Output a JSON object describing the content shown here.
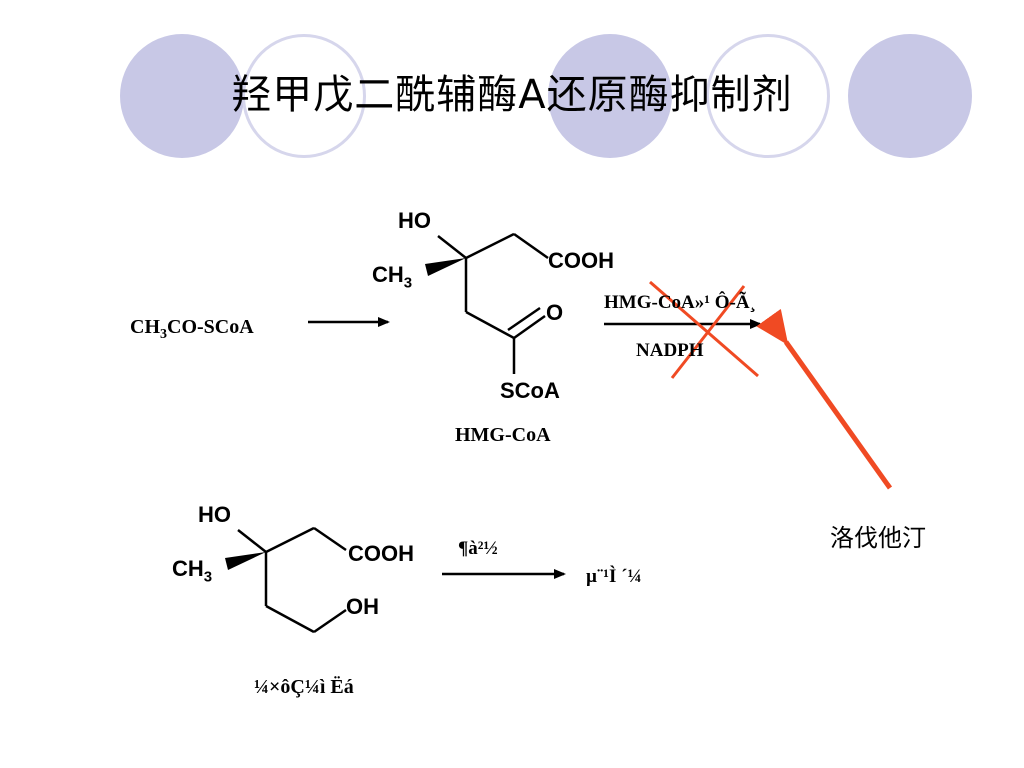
{
  "slide": {
    "title": "羟甲戊二酰辅酶A还原酶抑制剂"
  },
  "reaction1": {
    "substrate": "CH3CO-SCoA",
    "substrate_main": "CH",
    "substrate_sub": "3",
    "substrate_rest": "CO-SCoA",
    "hmg_ho": "HO",
    "hmg_ch3_main": "CH",
    "hmg_ch3_sub": "3",
    "hmg_cooh": "COOH",
    "hmg_o": "O",
    "hmg_scoa": "SCoA",
    "hmg_name": "HMG-CoA",
    "arrow_top_label": "HMG-CoA»¹ Ô-Ã¸",
    "arrow_bottom_label": "NADPH"
  },
  "reaction2": {
    "ho": "HO",
    "ch3_main": "CH",
    "ch3_sub": "3",
    "cooh": "COOH",
    "oh": "OH",
    "compound_name": "¼×ôÇ¼ì Ëá",
    "arrow_label": "¶à²½",
    "product": "µ¨¹Ì ´¼"
  },
  "annotation": {
    "inhibitor": "洛伐他汀",
    "colors": {
      "red_arrow": "#f04a23",
      "cross": "#f04a23"
    }
  },
  "decor": {
    "colors": {
      "circle_fill": "#c8c8e6",
      "circle_ring": "#d6d6ec"
    }
  }
}
